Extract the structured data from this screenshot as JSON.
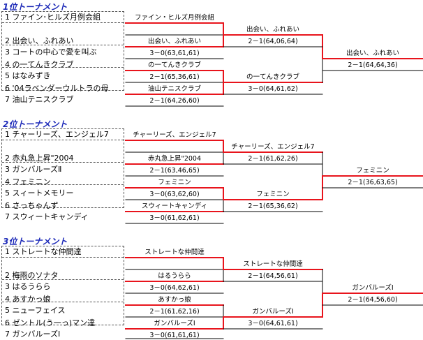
{
  "tournaments": [
    {
      "title": "1位トーナメント",
      "teams": [
        "1 ファイン･ヒルズ月例会組",
        "2 出会い、ふれあい",
        "3 コートの中心で愛を叫ぶ",
        "4 の一てんきクラブ",
        "5 はなみずき",
        "6 '04ラベンダーウルトラの母",
        "7 油山テニスクラブ"
      ],
      "r1": [
        {
          "winner": "ファイン・ヒルズ月例会組",
          "score": ""
        },
        {
          "winner": "出会い、ふれあい",
          "score": "3－0(63,61,61)"
        },
        {
          "winner": "の一てんきクラブ",
          "score": "2－1(65,36,61)"
        },
        {
          "winner": "油山テニスクラブ",
          "score": "2－1(64,26,60)"
        }
      ],
      "r2": [
        {
          "winner": "出会い、ふれあい",
          "score": "2－1(64,06,64)"
        },
        {
          "winner": "の一てんきクラブ",
          "score": "3－0(64,61,62)"
        }
      ],
      "final": {
        "winner": "出会い、ふれあい",
        "score": "2－1(64,64,36)"
      }
    },
    {
      "title": "2位トーナメント",
      "teams": [
        "1 チャーリーズ、エンジェル7",
        "2 赤丸急上昇\"2004",
        "3 ガンバルーズⅡ",
        "4 フェミニン",
        "5 スィートメモリー",
        "6 さっちゃんず",
        "7 スウィートキャンディ"
      ],
      "r1": [
        {
          "winner": "チャーリーズ、エンジェル7",
          "score": ""
        },
        {
          "winner": "赤丸急上昇\"2004",
          "score": "2－1(63,46,65)"
        },
        {
          "winner": "フェミニン",
          "score": "3－0(63,62,60)"
        },
        {
          "winner": "スウィートキャンディ",
          "score": "3－0(61,62,61)"
        }
      ],
      "r2": [
        {
          "winner": "チャーリーズ、エンジェル7",
          "score": "2－1(61,62,26)"
        },
        {
          "winner": "フェミニン",
          "score": "2－1(65,36,62)"
        }
      ],
      "final": {
        "winner": "フェミニン",
        "score": "2－1(36,63,65)"
      }
    },
    {
      "title": "3位トーナメント",
      "teams": [
        "1 ストレートな仲間達",
        "2 梅雨のソナタ",
        "3 はるうらら",
        "4 あすかっ娘",
        "5 ニューフェイス",
        "6 ゼントル(う一っ)マン達",
        "7 ガンバルーズⅠ"
      ],
      "r1": [
        {
          "winner": "ストレートな仲間達",
          "score": ""
        },
        {
          "winner": "はるうらら",
          "score": "3－0(64,62,61)"
        },
        {
          "winner": "あすかっ娘",
          "score": "2－1(61,62,16)"
        },
        {
          "winner": "ガンバルーズⅠ",
          "score": "3－0(61,61,61)"
        }
      ],
      "r2": [
        {
          "winner": "ストレートな仲間達",
          "score": "2－1(64,56,61)"
        },
        {
          "winner": "ガンバルーズⅠ",
          "score": "3－0(64,61,61)"
        }
      ],
      "final": {
        "winner": "ガンバルーズⅠ",
        "score": "2－1(64,56,60)"
      }
    }
  ],
  "colors": {
    "title": "#1d2ab8",
    "winner_line": "#e8141c",
    "line": "#000000"
  }
}
